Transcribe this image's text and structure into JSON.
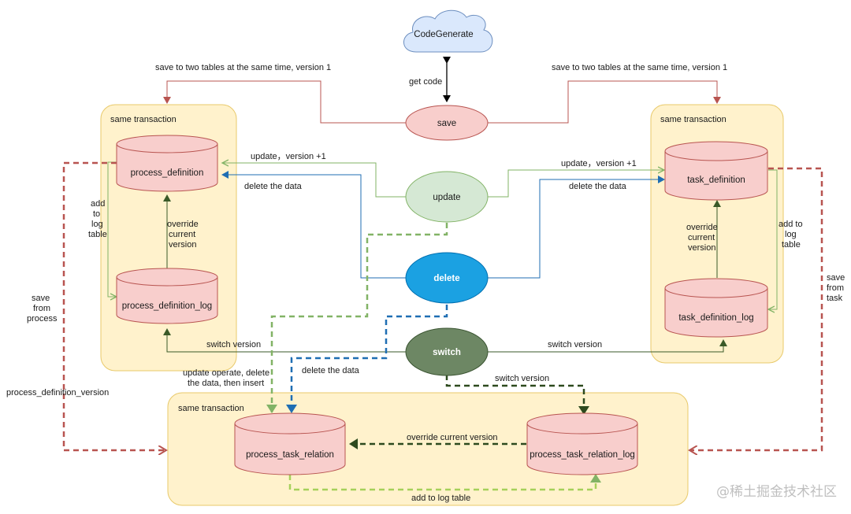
{
  "nodes": {
    "code_generate": "CodeGenerate",
    "save": "save",
    "update": "update",
    "delete": "delete",
    "switch": "switch",
    "process_definition": "process_definition",
    "process_definition_log": "process_definition_log",
    "task_definition": "task_definition",
    "task_definition_log": "task_definition_log",
    "process_task_relation": "process_task_relation",
    "process_task_relation_log": "process_task_relation_log"
  },
  "groups": {
    "left": "same transaction",
    "right": "same transaction",
    "bottom": "same transaction"
  },
  "edges": {
    "get_code": "get code",
    "save_left": "save to two tables at the same time, version 1",
    "save_right": "save to two tables at the same time, version 1",
    "update_left": "update，version +1",
    "update_right": "update，version +1",
    "delete_left": "delete the data",
    "delete_right": "delete the data",
    "add_to_log_left": [
      "add",
      "to",
      "log",
      "table"
    ],
    "add_to_log_right": [
      "add to",
      "log",
      "table"
    ],
    "override_left": [
      "override",
      "current",
      "version"
    ],
    "override_right": [
      "override",
      "current",
      "version"
    ],
    "save_from_process": [
      "save",
      "from",
      "process"
    ],
    "save_from_task": [
      "save",
      "from",
      "task"
    ],
    "process_definition_version": "process_definition_version",
    "switch_left": "switch version",
    "switch_right": "switch version",
    "switch_bottom": "switch version",
    "update_operate": [
      "update operate, delete",
      "the data, then insert"
    ],
    "delete_bottom": "delete the data",
    "override_bottom": "override current version",
    "add_to_log_bottom": "add to log table"
  },
  "watermark": "@稀土掘金技术社区",
  "colors": {
    "group_fill": "#fff2cc",
    "group_stroke": "#e8c96a",
    "db_fill": "#f8cecc",
    "db_stroke": "#b85450",
    "save_line": "#b85450",
    "update_line": "#82b366",
    "delete_line": "#1f6eb3",
    "switch_line": "#3a5a28",
    "delete_node": "#1ba1e2",
    "switch_node": "#6d8764",
    "update_node": "#d5e8d4"
  }
}
